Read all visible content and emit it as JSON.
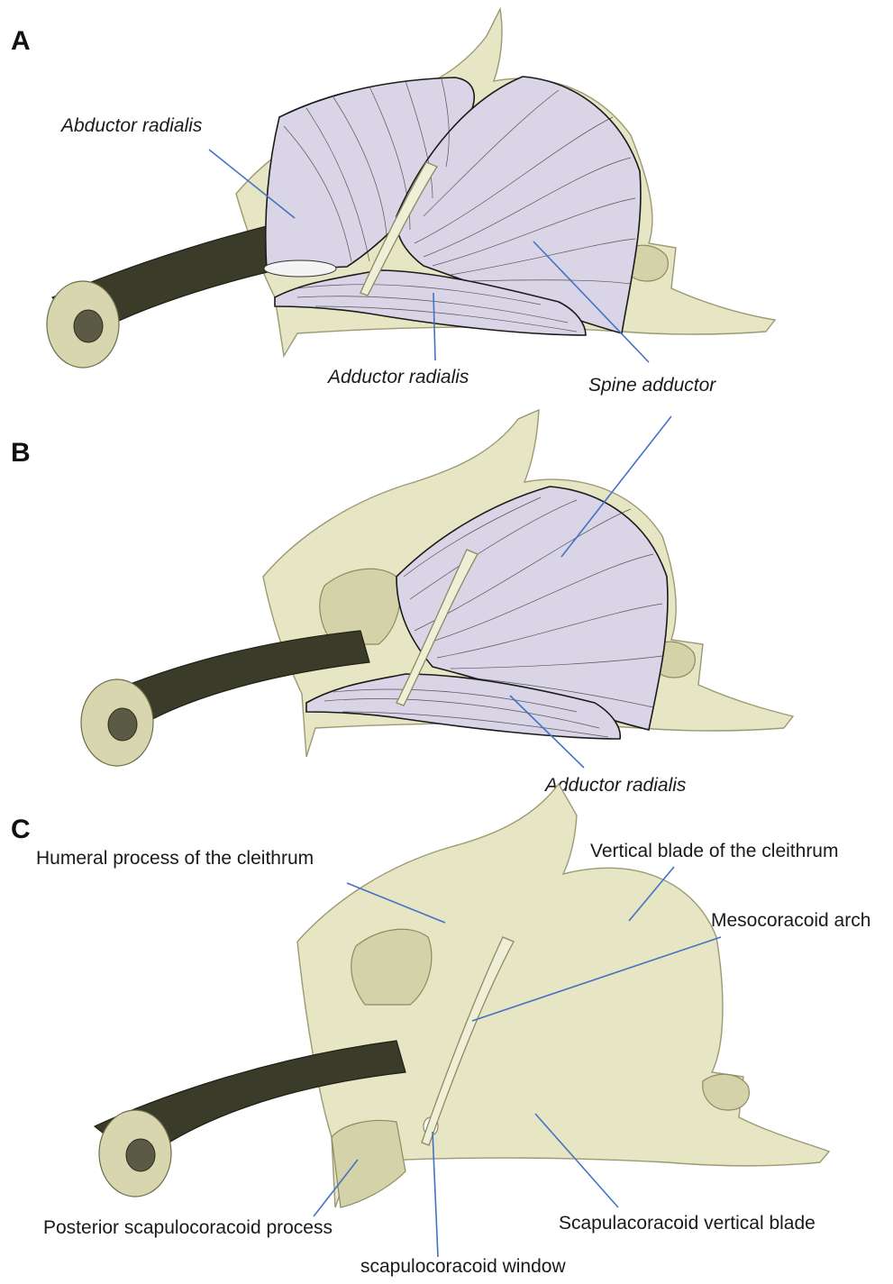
{
  "panels": {
    "a": {
      "letter": "A",
      "labels": {
        "abductor_radialis": "Abductor radialis",
        "adductor_radialis": "Adductor radialis",
        "spine_adductor": "Spine adductor"
      }
    },
    "b": {
      "letter": "B",
      "labels": {
        "adductor_radialis": "Adductor radialis"
      }
    },
    "c": {
      "letter": "C",
      "labels": {
        "humeral_process": "Humeral process of the cleithrum",
        "vertical_blade": "Vertical blade of the cleithrum",
        "mesocoracoid_arch": "Mesocoracoid arch",
        "posterior_scapulocoracoid_process": "Posterior scapulocoracoid process",
        "scapulocoracoid_vertical_blade": "Scapulacoracoid vertical blade",
        "scapulocoracoid_window": "scapulocoracoid window"
      }
    }
  },
  "colors": {
    "bone": "#e6e5c4",
    "muscle": "#d9d4e6",
    "leader_line": "#4472c4",
    "fin_spine": "#3b3b2a"
  }
}
